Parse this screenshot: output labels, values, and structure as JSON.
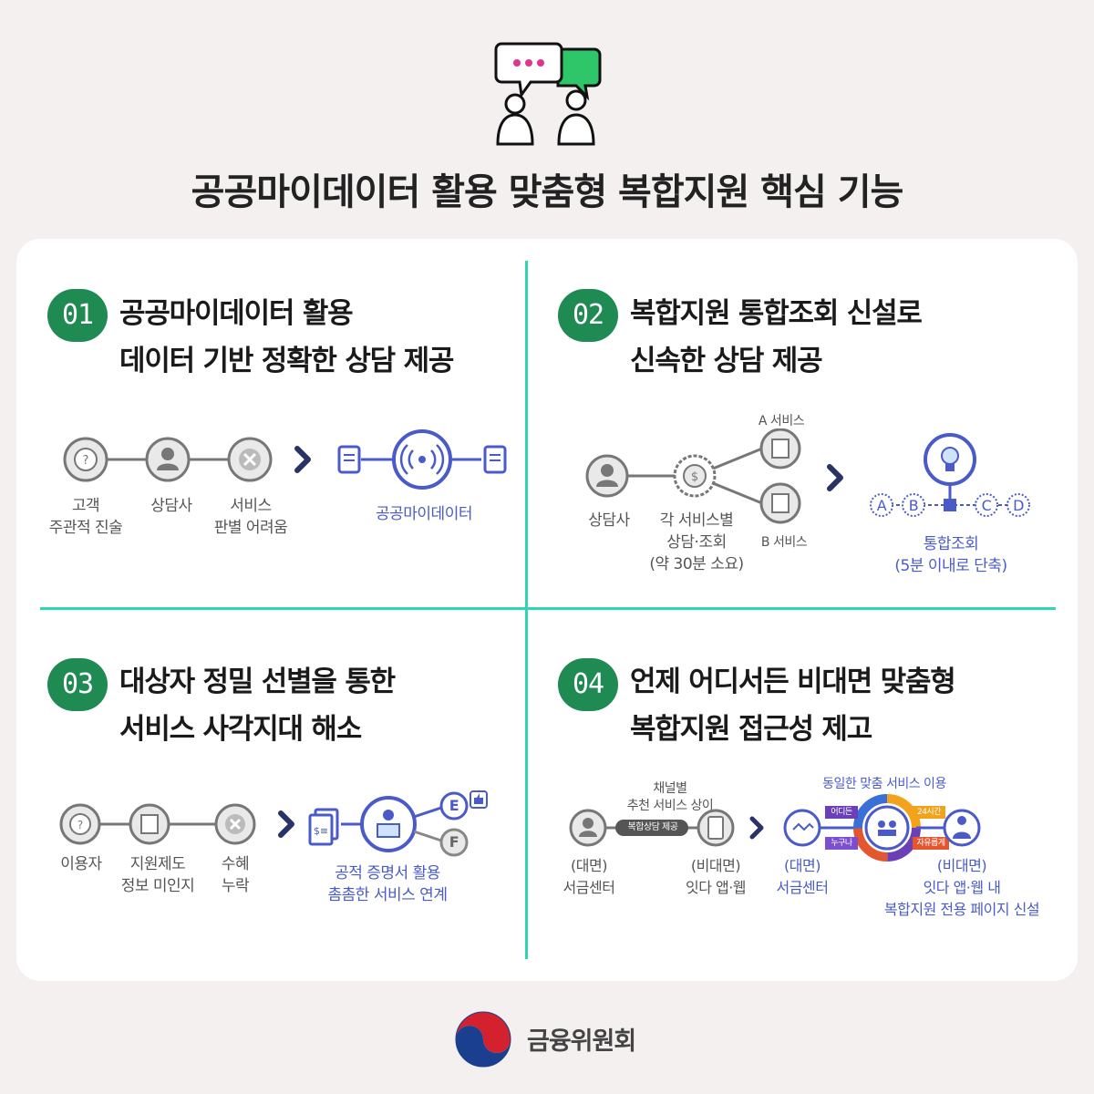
{
  "page_title": "공공마이데이터 활용 맞춤형 복합지원 핵심 기능",
  "icons": {
    "hero": "chat-people-icon",
    "logo": "taegeuk-icon"
  },
  "colors": {
    "accent_green": "#1f8a52",
    "divider": "#2fd6b0",
    "blue": "#4a5bc9"
  },
  "sections": [
    {
      "number": "01",
      "title_lines": [
        "공공마이데이터 활용",
        "데이터 기반 정확한 상담 제공"
      ],
      "labels": {
        "customer": [
          "고객",
          "주관적 진술"
        ],
        "counselor": "상담사",
        "service": [
          "서비스",
          "판별 어려움"
        ],
        "mydata": "공공마이데이터"
      }
    },
    {
      "number": "02",
      "title_lines": [
        "복합지원 통합조회 신설로",
        "신속한 상담 제공"
      ],
      "labels": {
        "a_service": "A 서비스",
        "b_service": "B 서비스",
        "counselor": "상담사",
        "each_service": [
          "각 서비스별",
          "상담·조회",
          "(약 30분 소요)"
        ],
        "nodes": [
          "A",
          "B",
          "C",
          "D"
        ],
        "integrated": [
          "통합조회",
          "(5분 이내로 단축)"
        ]
      }
    },
    {
      "number": "03",
      "title_lines": [
        "대상자 정밀 선별을 통한",
        "서비스 사각지대 해소"
      ],
      "labels": {
        "user": "이용자",
        "system": [
          "지원제도",
          "정보 미인지"
        ],
        "benefit": [
          "수혜",
          "누락"
        ],
        "letters": [
          "E",
          "F"
        ],
        "result": [
          "공적 증명서 활용",
          "촘촘한 서비스 연계"
        ]
      }
    },
    {
      "number": "04",
      "title_lines": [
        "언제 어디서든 비대면 맞춤형",
        "복합지원 접근성 제고"
      ],
      "labels": {
        "channel": [
          "채널별",
          "추천 서비스 상이"
        ],
        "pill": "복합상담 제공",
        "left_face": [
          "(대면)",
          "서금센터"
        ],
        "left_nonface": [
          "(비대면)",
          "잇다 앱·웹"
        ],
        "same": "동일한 맞춤 서비스 이용",
        "ring_tags": [
          "어디든",
          "24시간",
          "누구나",
          "자유롭게"
        ],
        "right_face": [
          "(대면)",
          "서금센터"
        ],
        "right_nonface": [
          "(비대면)",
          "잇다 앱·웹 내",
          "복합지원 전용 페이지 신설"
        ]
      }
    }
  ],
  "org_name": "금융위원회"
}
